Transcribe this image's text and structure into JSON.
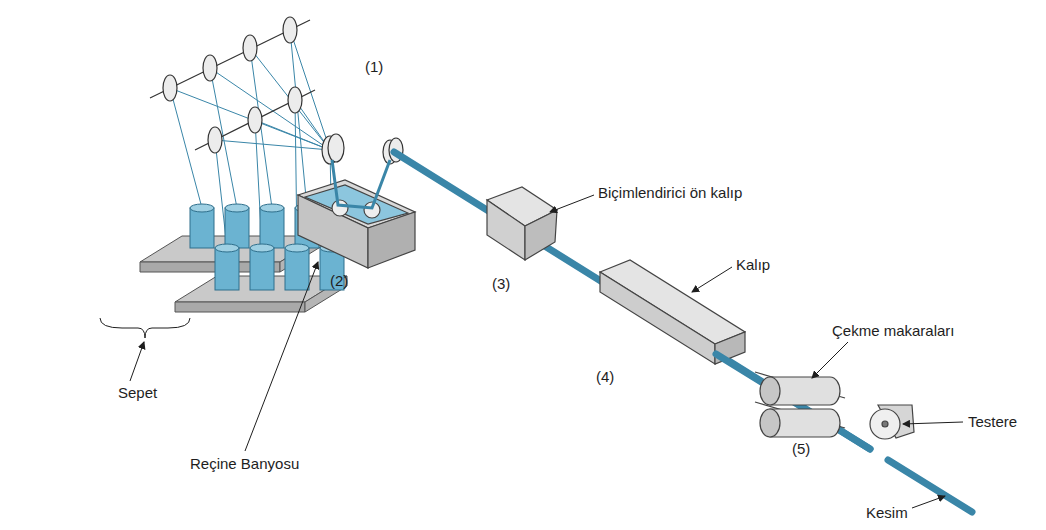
{
  "diagram": {
    "labels": [
      "(1)",
      "Sepet",
      "(2)",
      "Reçine Banyosu",
      "Biçimlendirici ön kalıp",
      "(3)",
      "Kalıp",
      "(4)",
      "Çekme makaraları",
      "(5)",
      "Testere",
      "Kesim"
    ]
  }
}
